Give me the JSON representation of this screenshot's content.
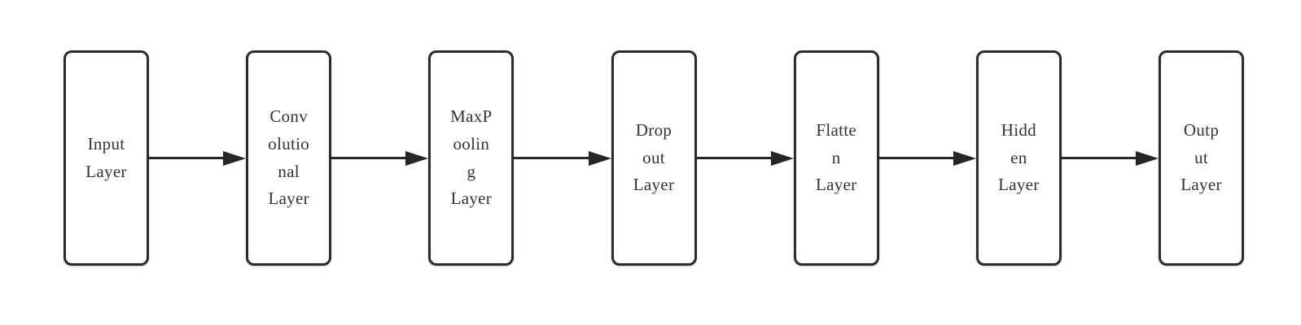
{
  "diagram": {
    "type": "flowchart",
    "direction": "left-to-right",
    "colors": {
      "background": "#ffffff",
      "node_fill": "#ffffff",
      "node_border": "#2b2b2b",
      "text": "#343434",
      "arrow": "#262626"
    },
    "nodes": [
      {
        "id": "input",
        "text": "Input Layer",
        "label": "Input\nLayer"
      },
      {
        "id": "convolutional",
        "text": "Convolutional Layer",
        "label": "Conv\nolutio\nnal\nLayer"
      },
      {
        "id": "maxpooling",
        "text": "MaxPooling Layer",
        "label": "MaxP\noolin\ng\nLayer"
      },
      {
        "id": "dropout",
        "text": "Dropout Layer",
        "label": "Drop\nout\nLayer"
      },
      {
        "id": "flatten",
        "text": "Flatten Layer",
        "label": "Flatte\nn\nLayer"
      },
      {
        "id": "hidden",
        "text": "Hidden Layer",
        "label": "Hidd\nen\nLayer"
      },
      {
        "id": "output",
        "text": "Output Layer",
        "label": "Outp\nut\nLayer"
      }
    ],
    "edges": [
      {
        "from": "input",
        "to": "convolutional",
        "style": "solid-arrow"
      },
      {
        "from": "convolutional",
        "to": "maxpooling",
        "style": "solid-arrow"
      },
      {
        "from": "maxpooling",
        "to": "dropout",
        "style": "solid-arrow"
      },
      {
        "from": "dropout",
        "to": "flatten",
        "style": "solid-arrow"
      },
      {
        "from": "flatten",
        "to": "hidden",
        "style": "solid-arrow"
      },
      {
        "from": "hidden",
        "to": "output",
        "style": "solid-arrow"
      }
    ]
  }
}
